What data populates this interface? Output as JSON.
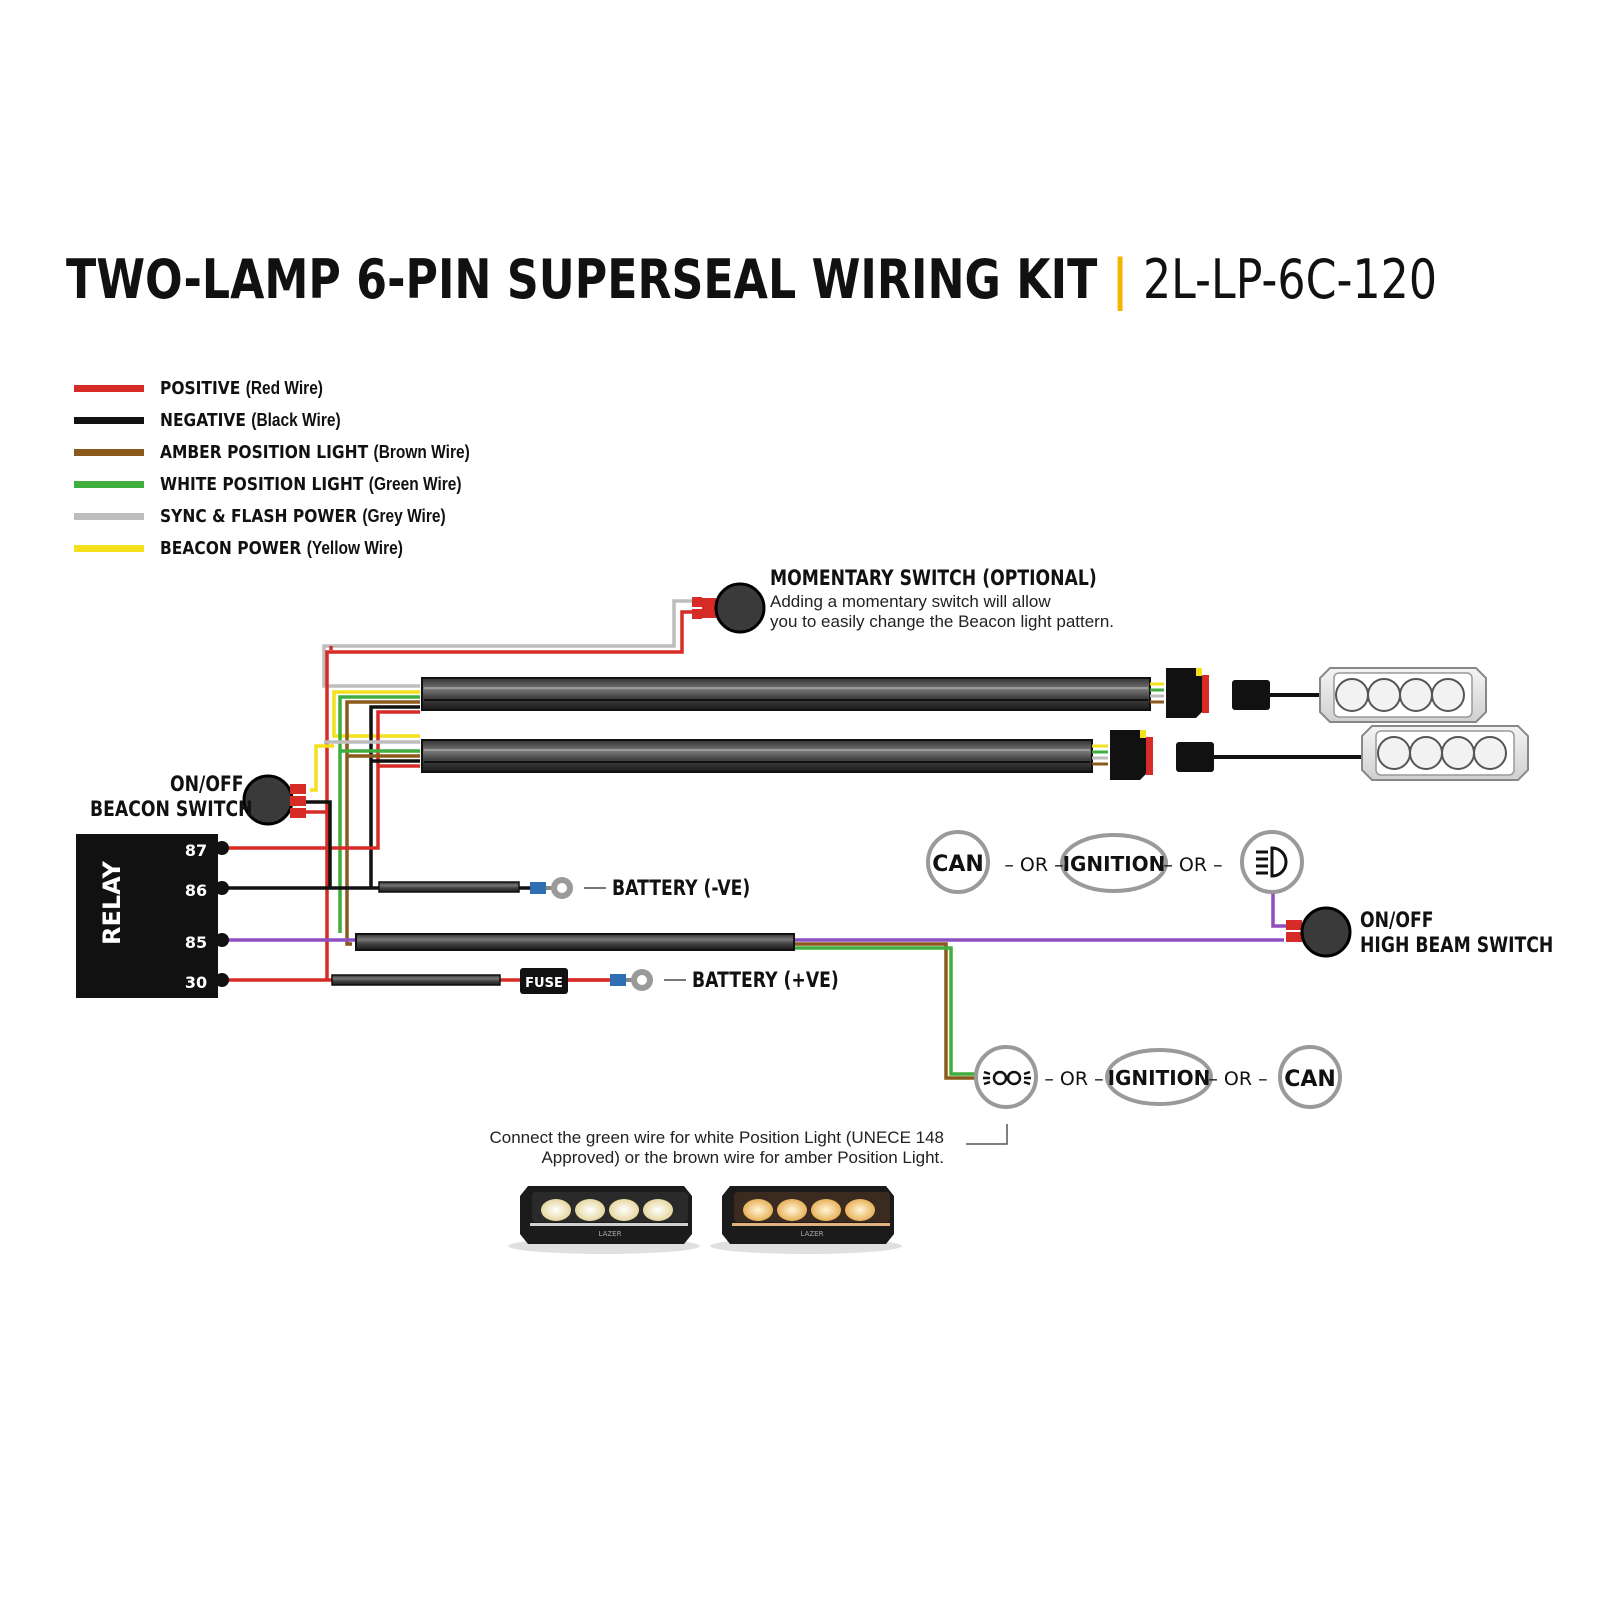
{
  "title": {
    "main": "TWO-LAMP 6-PIN SUPERSEAL WIRING KIT",
    "separator": "|",
    "code": "2L-LP-6C-120"
  },
  "legend": [
    {
      "name": "POSITIVE",
      "detail": "(Red Wire)",
      "color": "#d62b27"
    },
    {
      "name": "NEGATIVE",
      "detail": "(Black Wire)",
      "color": "#111111"
    },
    {
      "name": "AMBER POSITION LIGHT",
      "detail": "(Brown Wire)",
      "color": "#8a5a1c"
    },
    {
      "name": "WHITE POSITION LIGHT",
      "detail": "(Green Wire)",
      "color": "#3fae3f"
    },
    {
      "name": "SYNC & FLASH POWER",
      "detail": "(Grey Wire)",
      "color": "#bdbdbd"
    },
    {
      "name": "BEACON POWER",
      "detail": "(Yellow Wire)",
      "color": "#f4e11c"
    }
  ],
  "momentary_switch": {
    "title": "MOMENTARY SWITCH (OPTIONAL)",
    "desc_line1": "Adding a momentary switch will allow",
    "desc_line2": "you to easily change the Beacon light pattern."
  },
  "beacon_switch": {
    "line1": "ON/OFF",
    "line2": "BEACON SWITCH"
  },
  "relay": {
    "label": "RELAY",
    "pins": [
      "87",
      "86",
      "85",
      "30"
    ]
  },
  "battery_neg": "BATTERY (-VE)",
  "battery_pos": "BATTERY (+VE)",
  "fuse": "FUSE",
  "high_beam_switch": {
    "line1": "ON/OFF",
    "line2": "HIGH BEAM SWITCH"
  },
  "high_beam_source": {
    "can": "CAN",
    "or1": "– OR –",
    "ignition": "IGNITION",
    "or2": "– OR –",
    "icon": "high-beam-icon"
  },
  "position_source": {
    "icon": "position-light-icon",
    "or1": "– OR –",
    "ignition": "IGNITION",
    "or2": "– OR –",
    "can": "CAN"
  },
  "note": {
    "line1": "Connect the green wire for white Position Light (UNECE 148",
    "line2": "Approved) or the brown wire for amber Position Light."
  },
  "lamp_brand": "LAZER",
  "colors": {
    "red": "#d62b27",
    "black": "#111111",
    "brown": "#8a5a1c",
    "green": "#3fae3f",
    "grey": "#bdbdbd",
    "yellow": "#f4e11c",
    "purple": "#8e4fc0",
    "accent": "#f4b400"
  }
}
